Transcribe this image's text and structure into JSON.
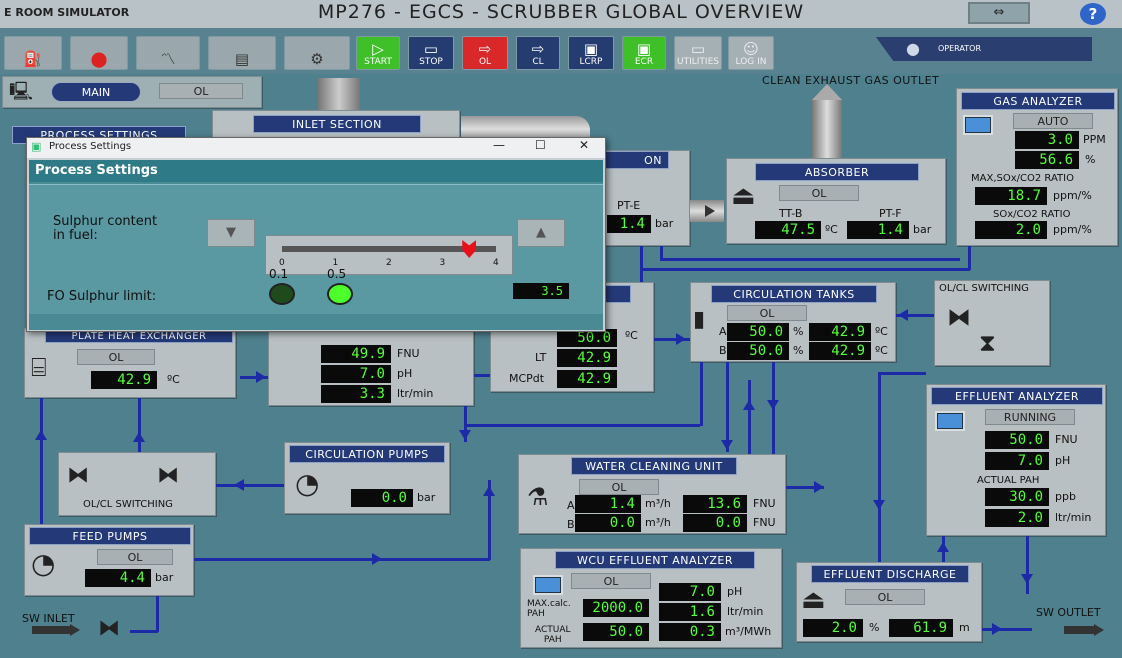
{
  "app": {
    "title_left": "E ROOM SIMULATOR",
    "screen_title": "MP276 - EGCS - SCRUBBER GLOBAL OVERVIEW",
    "help": "?",
    "resize": "⇔"
  },
  "toolbar": {
    "buttons": [
      {
        "label": "",
        "icon": "engine-icon"
      },
      {
        "label": "",
        "icon": "alarm-icon"
      },
      {
        "label": "",
        "icon": "trend-icon"
      },
      {
        "label": "",
        "icon": "tank-icon"
      },
      {
        "label": "",
        "icon": "settings-icon"
      },
      {
        "label": "START",
        "icon": "play-icon"
      },
      {
        "label": "STOP",
        "icon": "stop-icon"
      },
      {
        "label": "OL",
        "icon": "ol-icon"
      },
      {
        "label": "CL",
        "icon": "cl-icon"
      },
      {
        "label": "LCRP",
        "icon": "lcrp-icon"
      },
      {
        "label": "ECR",
        "icon": "ecr-icon"
      },
      {
        "label": "UTILITIES",
        "icon": "utilities-icon"
      },
      {
        "label": "LOG IN",
        "icon": "user-icon"
      }
    ],
    "operator": "OPERATOR"
  },
  "main": {
    "label": "MAIN",
    "mode": "OL"
  },
  "process_settings_tab": "PROCESS SETTINGS",
  "inlet_section": {
    "title": "INLET SECTION"
  },
  "clean_exhaust": "CLEAN EXHAUST GAS OUTLET",
  "pt_e": {
    "label": "PT-E",
    "value": "1.4",
    "unit": "bar"
  },
  "absorber": {
    "title": "ABSORBER",
    "state": "OL",
    "tt_b_label": "TT-B",
    "tt_b": "47.5",
    "tt_b_unit": "ºC",
    "pt_f_label": "PT-F",
    "pt_f": "1.4",
    "pt_f_unit": "bar"
  },
  "gas_analyzer": {
    "title": "GAS ANALYZER",
    "mode": "AUTO",
    "ppm": "3.0",
    "ppm_unit": "PPM",
    "pct": "56.6",
    "pct_unit": "%",
    "ratio_label": "MAX,SOx/CO2 RATIO",
    "ratio_max": "18.7",
    "ratio_unit": "ppm/%",
    "ratio2_label": "SOx/CO2 RATIO",
    "ratio": "2.0",
    "ratio2_unit": "ppm/%"
  },
  "circulation_tanks": {
    "title": "CIRCULATION TANKS",
    "state": "OL",
    "a_label": "A",
    "a_level": "50.0",
    "a_temp": "42.9",
    "b_label": "B",
    "b_level": "50.0",
    "b_temp": "42.9",
    "pct_unit": "%",
    "temp_unit": "ºC"
  },
  "olcl_top": {
    "title": "OL/CL SWITCHING"
  },
  "plate_hx": {
    "title": "PLATE HEAT EXCHANGER",
    "state": "OL",
    "temp": "42.9",
    "unit": "ºC"
  },
  "wash_water": {
    "fnu": "49.9",
    "fnu_unit": "FNU",
    "ph": "7.0",
    "ph_unit": "pH",
    "flow": "3.3",
    "flow_unit": "ltr/min"
  },
  "mid_panel": {
    "temp": "50.0",
    "temp_unit": "ºC",
    "lt_label": "LT",
    "lt": "42.9",
    "mcp_label": "MCPdt",
    "mcp": "42.9"
  },
  "olcl_left": {
    "title": "OL/CL SWITCHING"
  },
  "circulation_pumps": {
    "title": "CIRCULATION PUMPS",
    "value": "0.0",
    "unit": "bar"
  },
  "water_cleaning": {
    "title": "WATER CLEANING UNIT",
    "state": "OL",
    "a_label": "A",
    "a_flow": "1.4",
    "a_fnu": "13.6",
    "b_label": "B",
    "b_flow": "0.0",
    "b_fnu": "0.0",
    "flow_unit": "m³/h",
    "fnu_unit": "FNU"
  },
  "effluent_analyzer": {
    "title": "EFFLUENT ANALYZER",
    "state": "RUNNING",
    "fnu": "50.0",
    "fnu_unit": "FNU",
    "ph": "7.0",
    "ph_unit": "pH",
    "pah_label": "ACTUAL PAH",
    "pah": "30.0",
    "pah_unit": "ppb",
    "flow": "2.0",
    "flow_unit": "ltr/min"
  },
  "feed_pumps": {
    "title": "FEED PUMPS",
    "state": "OL",
    "value": "4.4",
    "unit": "bar"
  },
  "sw_inlet": "SW INLET",
  "wcu_effluent": {
    "title": "WCU EFFLUENT ANALYZER",
    "state": "OL",
    "ph": "7.0",
    "ph_unit": "pH",
    "max_label": "MAX.calc.\nPAH",
    "max_pah": "2000.0",
    "flow": "1.6",
    "flow_unit": "ltr/min",
    "actual_label": "ACTUAL\nPAH",
    "actual_pah": "50.0",
    "ratio": "0.3",
    "ratio_unit": "m³/MWh"
  },
  "effluent_discharge": {
    "title": "EFFLUENT DISCHARGE",
    "state": "OL",
    "pct": "2.0",
    "pct_unit": "%",
    "level": "61.9",
    "level_unit": "m"
  },
  "sw_outlet": "SW OUTLET",
  "dialog": {
    "window_title": "Process Settings",
    "header": "Process Settings",
    "sulphur_label": "Sulphur content\nin fuel:",
    "ticks": [
      "0",
      "1",
      "2",
      "3",
      "4"
    ],
    "slider_value": 3.5,
    "slider_max": 4,
    "slider_readout": "3.5",
    "down_btn": "▼",
    "up_btn": "▲",
    "fo_label": "FO Sulphur limit:",
    "limit_options": [
      "0.1",
      "0.5"
    ],
    "limit_selected": "0.5",
    "min": "—",
    "max": "☐",
    "close": "✕"
  },
  "colors": {
    "led_on": "#4cff2a",
    "led_off": "#1f4a1c",
    "pipe": "#1c2aa8",
    "header": "#243a78"
  }
}
